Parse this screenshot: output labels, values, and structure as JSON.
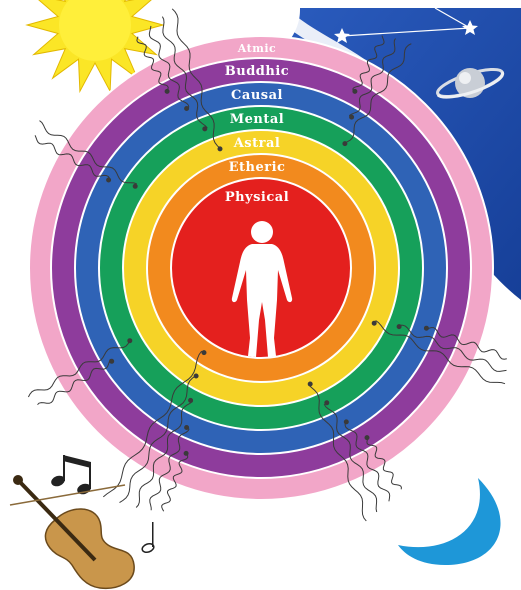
{
  "diagram": {
    "rings": [
      {
        "key": "atmic",
        "label": "Atmic",
        "color": "#f2a6c8"
      },
      {
        "key": "buddhic",
        "label": "Buddhic",
        "color": "#8e3c9c"
      },
      {
        "key": "causal",
        "label": "Causal",
        "color": "#2f63b6"
      },
      {
        "key": "mental",
        "label": "Mental",
        "color": "#16a05a"
      },
      {
        "key": "astral",
        "label": "Astral",
        "color": "#f6d327"
      },
      {
        "key": "etheric",
        "label": "Etheric",
        "color": "#f28a1e"
      },
      {
        "key": "physical",
        "label": "Physical",
        "color": "#e4201e"
      }
    ],
    "sky_color": "#1d4fae",
    "icons": [
      "sun-icon",
      "star-icon",
      "planet-icon",
      "crescent-moon-icon",
      "music-notes-icon",
      "violin-icon",
      "human-figure-icon"
    ]
  }
}
